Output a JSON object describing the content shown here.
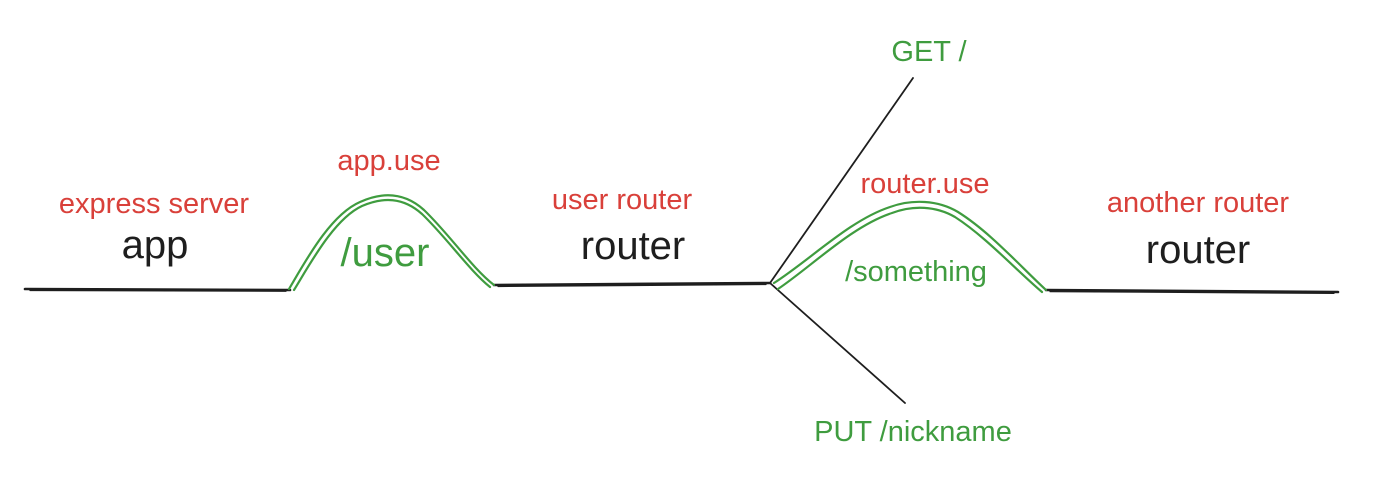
{
  "nodes": [
    {
      "id": "app",
      "caption": "express server",
      "name": "app"
    },
    {
      "id": "user-router",
      "caption": "user router",
      "name": "router"
    },
    {
      "id": "another-router",
      "caption": "another router",
      "name": "router"
    }
  ],
  "mounts": [
    {
      "id": "app-use",
      "method": "app.use",
      "path": "/user"
    },
    {
      "id": "router-use",
      "method": "router.use",
      "path": "/something"
    }
  ],
  "routes": [
    {
      "id": "get-root",
      "label": "GET /"
    },
    {
      "id": "put-nickname",
      "label": "PUT /nickname"
    }
  ],
  "colors": {
    "caption": "#d9403a",
    "route": "#3f9c3f",
    "line": "#1e1e1e"
  }
}
